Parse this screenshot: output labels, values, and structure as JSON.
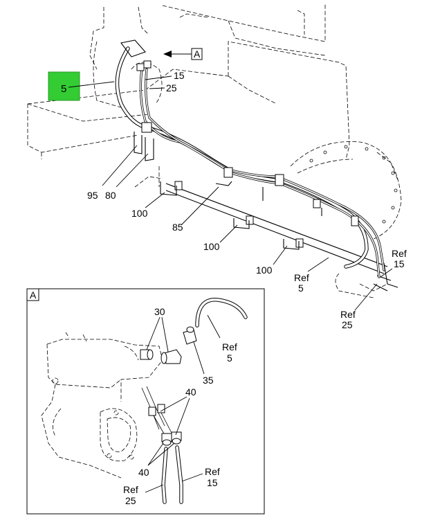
{
  "highlight": {
    "label": "5",
    "color": "#33cc33"
  },
  "view_ref": {
    "arrow_label": "A",
    "box_label": "A"
  },
  "main_callouts": {
    "c15": "15",
    "c25": "25",
    "c95": "95",
    "c80": "80",
    "c100a": "100",
    "c85": "85",
    "c100b": "100",
    "c100c": "100",
    "ref5_ref": "Ref",
    "ref5_num": "5",
    "ref15_ref": "Ref",
    "ref15_num": "15",
    "ref25_ref": "Ref",
    "ref25_num": "25"
  },
  "detail_callouts": {
    "c30": "30",
    "ref5_ref": "Ref",
    "ref5_num": "5",
    "c35": "35",
    "c40a": "40",
    "c40b": "40",
    "ref25_ref": "Ref",
    "ref25_num": "25",
    "ref15_ref": "Ref",
    "ref15_num": "15"
  },
  "colors": {
    "line": "#000000",
    "background": "#ffffff",
    "highlight": "#33cc33"
  }
}
